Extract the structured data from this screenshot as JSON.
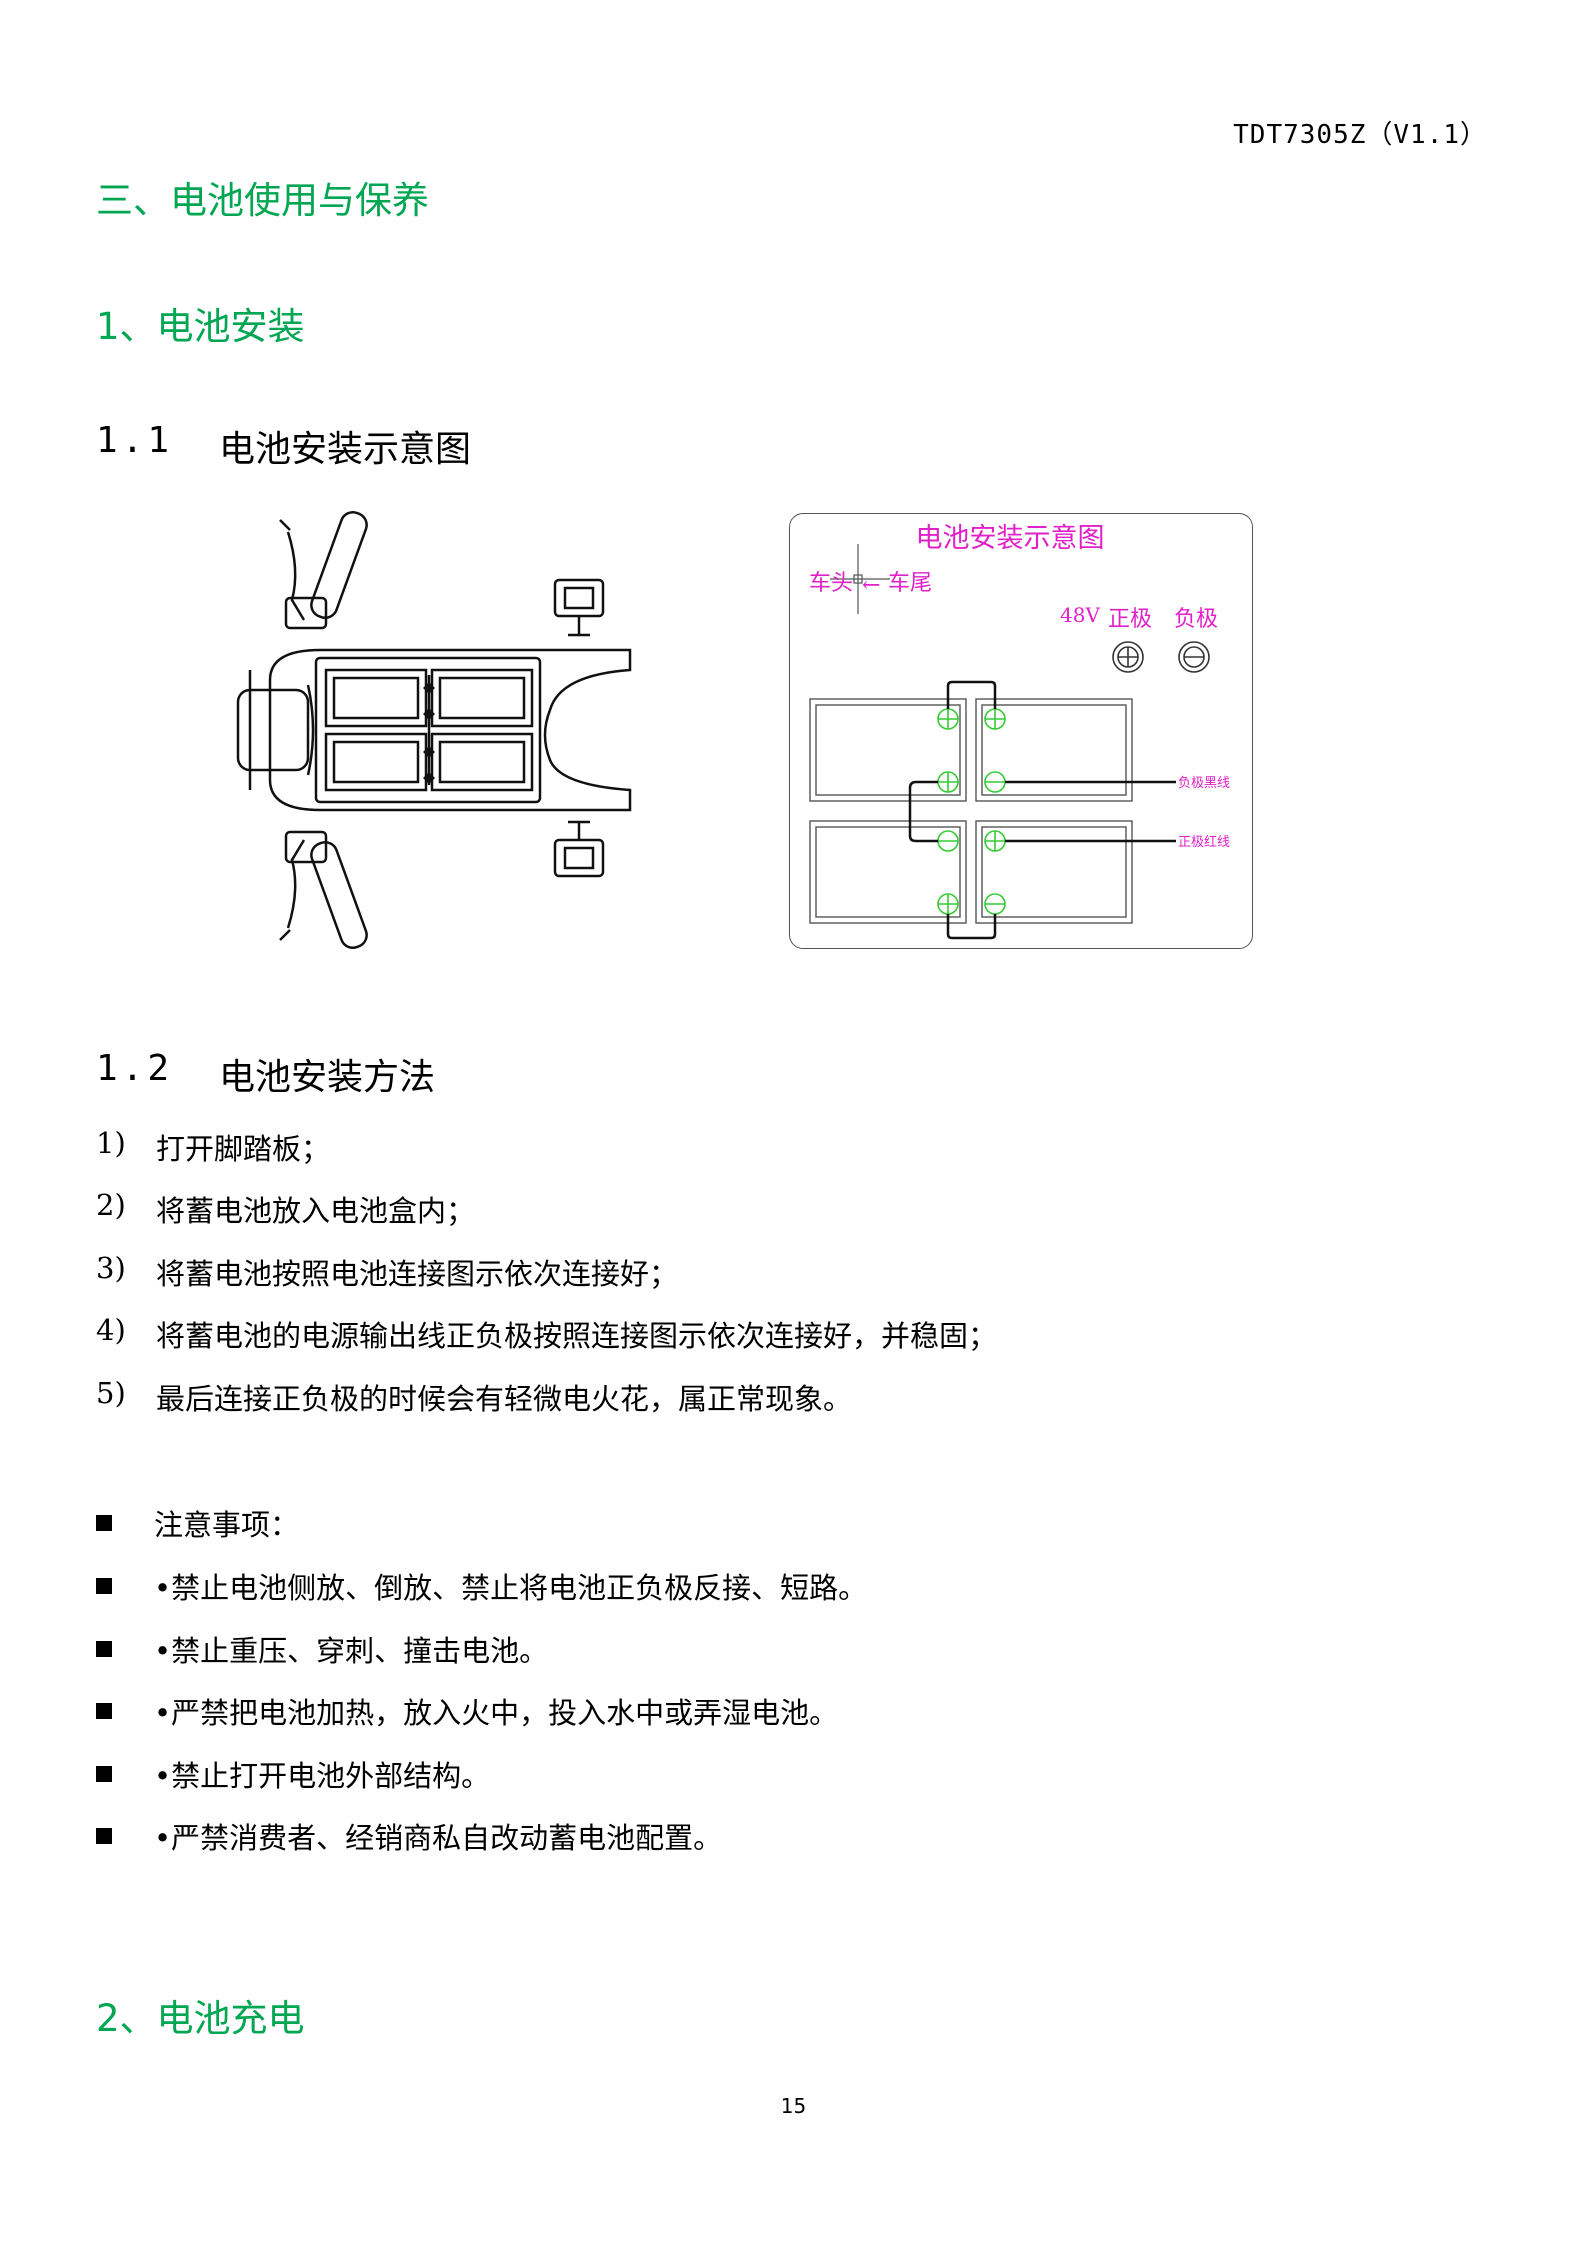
{
  "header": {
    "doc_id": "TDT7305Z（V1.1）"
  },
  "section": {
    "title": "三、电池使用与保养"
  },
  "sub1": {
    "title": "1、电池安装"
  },
  "sub1_1": {
    "num": "1.1",
    "title": "电池安装示意图"
  },
  "diagram": {
    "title": "电池安装示意图",
    "head": "车头",
    "tail": "车尾",
    "arrow": "←",
    "voltage": "48V",
    "positive": "正极",
    "negative": "负极",
    "neg_wire": "负极黑线",
    "pos_wire": "正极红线"
  },
  "sub1_2": {
    "num": "1.2",
    "title": "电池安装方法"
  },
  "steps": [
    {
      "n": "1)",
      "text": "打开脚踏板；"
    },
    {
      "n": "2)",
      "text": "将蓄电池放入电池盒内；"
    },
    {
      "n": "3)",
      "text": "将蓄电池按照电池连接图示依次连接好；"
    },
    {
      "n": "4)",
      "text": "将蓄电池的电源输出线正负极按照连接图示依次连接好，并稳固；"
    },
    {
      "n": "5)",
      "text": "最后连接正负极的时候会有轻微电火花，属正常现象。"
    }
  ],
  "notes": [
    "注意事项：",
    "•禁止电池侧放、倒放、禁止将电池正负极反接、短路。",
    "•禁止重压、穿刺、撞击电池。",
    "•严禁把电池加热，放入火中，投入水中或弄湿电池。",
    "•禁止打开电池外部结构。",
    "•严禁消费者、经销商私自改动蓄电池配置。"
  ],
  "sub2": {
    "title": "2、电池充电"
  },
  "footer": {
    "page": "15"
  },
  "colors": {
    "heading_green": "#00a651",
    "diagram_magenta": "#e020c8",
    "terminal_green": "#33cc33"
  }
}
